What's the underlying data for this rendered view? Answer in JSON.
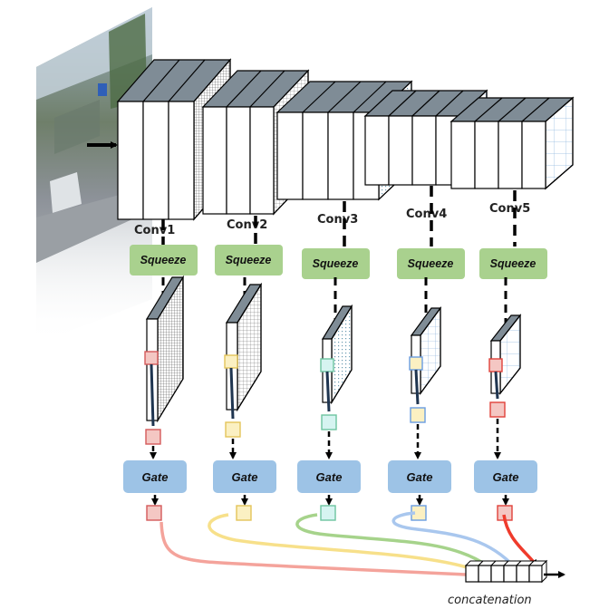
{
  "stages": [
    {
      "conv_label": "Conv1",
      "squeeze_label": "Squeeze",
      "gate_label": "Gate",
      "vector_color": "#f4c7c3",
      "vector_edge": "#d45a5a",
      "line_color": "#f4a39b"
    },
    {
      "conv_label": "Conv2",
      "squeeze_label": "Squeeze",
      "gate_label": "Gate",
      "vector_color": "#fbf0c2",
      "vector_edge": "#e3c45a",
      "line_color": "#f7e08a"
    },
    {
      "conv_label": "Conv3",
      "squeeze_label": "Squeeze",
      "gate_label": "Gate",
      "vector_color": "#d6f4f1",
      "vector_edge": "#6cc4a0",
      "line_color": "#a6d38b"
    },
    {
      "conv_label": "Conv4",
      "squeeze_label": "Squeeze",
      "gate_label": "Gate",
      "vector_color": "#fbf0c2",
      "vector_edge": "#6a9de0",
      "line_color": "#a9c7ee"
    },
    {
      "conv_label": "Conv5",
      "squeeze_label": "Squeeze",
      "gate_label": "Gate",
      "vector_color": "#f4c7c3",
      "vector_edge": "#e0413a",
      "line_color": "#ef3b2c"
    }
  ],
  "concat_label": "concatenation",
  "colors": {
    "squeeze_fill": "#a9d18e",
    "gate_fill": "#9dc3e6",
    "block_top": "#7f8c96",
    "block_face": "#ffffff",
    "arrow": "#000000"
  },
  "icons": {
    "input_image": "street-photo",
    "arrow": "arrow-right-icon"
  }
}
